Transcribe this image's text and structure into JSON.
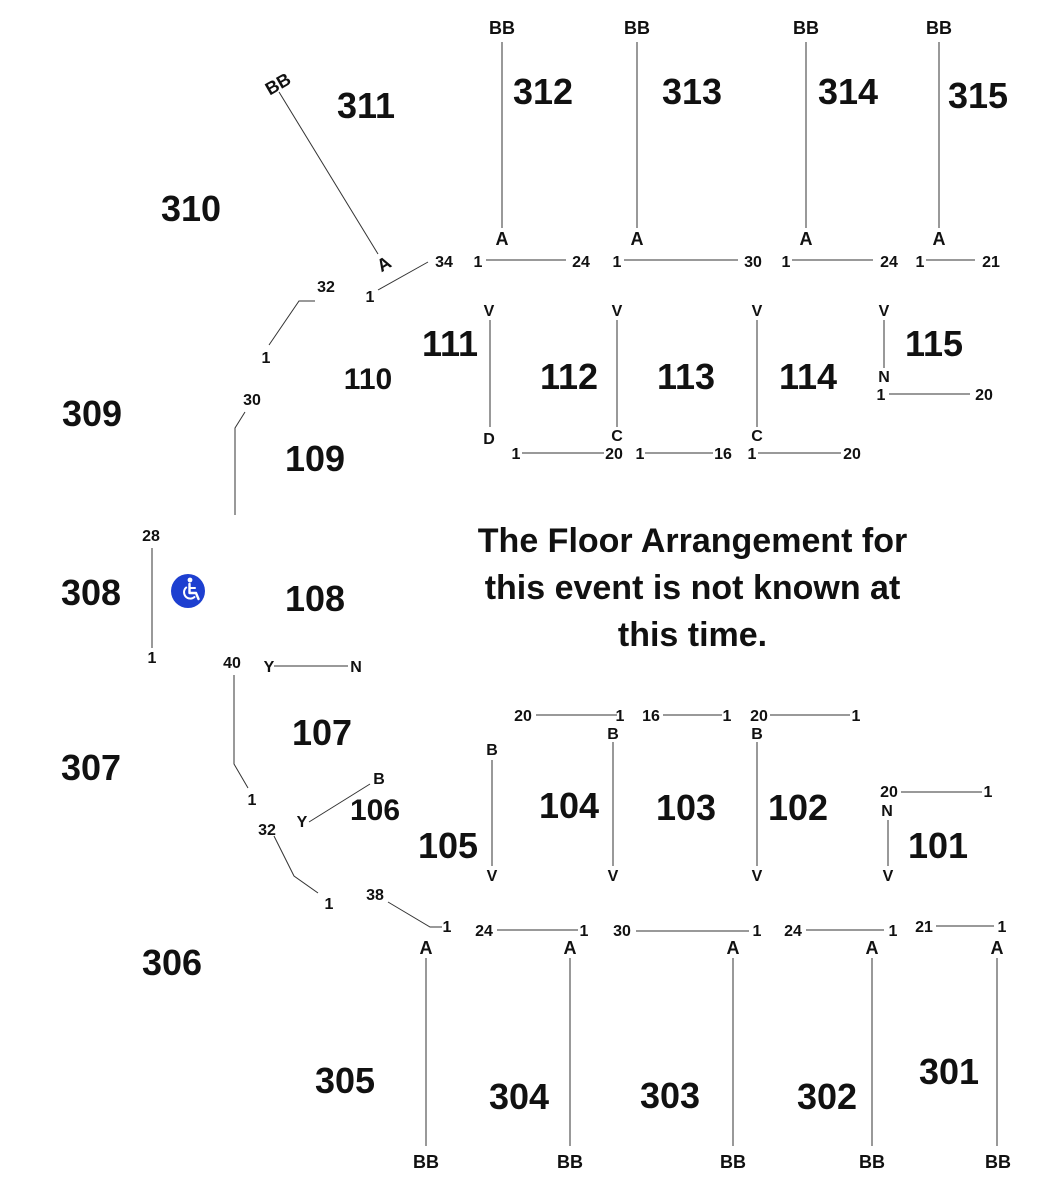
{
  "notice": [
    "The Floor Arrangement for",
    "this event is not known at",
    "this time."
  ],
  "accessibility_icon": "wheelchair-icon",
  "accent_color": "#1d3fd0",
  "sections": [
    "311",
    "312",
    "313",
    "314",
    "315",
    "310",
    "111",
    "110",
    "112",
    "113",
    "114",
    "115",
    "309",
    "109",
    "308",
    "108",
    "107",
    "307",
    "106",
    "104",
    "103",
    "102",
    "105",
    "101",
    "306",
    "305",
    "304",
    "303",
    "302",
    "301"
  ],
  "labels": {
    "bb": "BB",
    "a": "A",
    "v": "V",
    "d": "D",
    "c": "C",
    "n": "N",
    "y": "Y",
    "b": "B",
    "n1": "1",
    "n16": "16",
    "n20": "20",
    "n21": "21",
    "n24": "24",
    "n28": "28",
    "n30": "30",
    "n32": "32",
    "n34": "34",
    "n38": "38",
    "n40": "40"
  }
}
